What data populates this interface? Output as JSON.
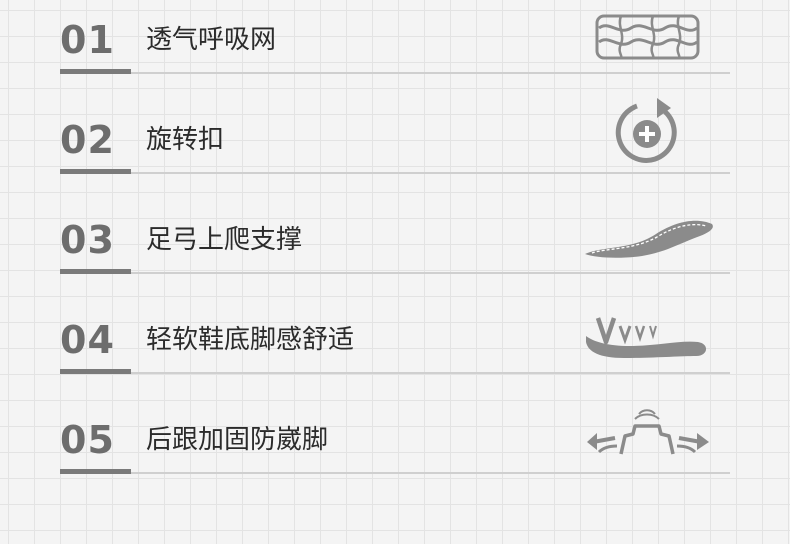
{
  "features": [
    {
      "num": "01",
      "label": "透气呼吸网",
      "icon": "mesh-pattern-icon"
    },
    {
      "num": "02",
      "label": "旋转扣",
      "icon": "rotate-plus-icon"
    },
    {
      "num": "03",
      "label": "足弓上爬支撑",
      "icon": "arch-insole-icon"
    },
    {
      "num": "04",
      "label": "轻软鞋底脚感舒适",
      "icon": "soft-sole-icon"
    },
    {
      "num": "05",
      "label": "后跟加固防崴脚",
      "icon": "heel-stabilizer-icon"
    }
  ],
  "colors": {
    "icon": "#8b8b8b",
    "number": "#6d6d6d",
    "text": "#2b2b2b",
    "divider": "#cfcfcf",
    "accent_line": "#7a7a7a"
  }
}
